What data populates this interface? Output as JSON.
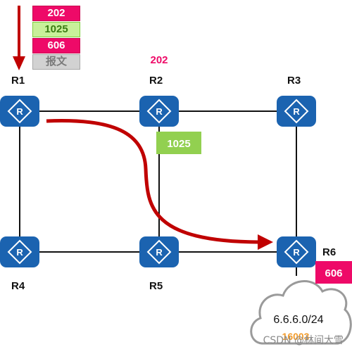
{
  "label_stack": [
    {
      "text": "202",
      "kind": "red"
    },
    {
      "text": "1025",
      "kind": "green"
    },
    {
      "text": "606",
      "kind": "red"
    },
    {
      "text": "报文",
      "kind": "gray"
    }
  ],
  "routers": {
    "r1": {
      "label": "R1"
    },
    "r2": {
      "label": "R2"
    },
    "r3": {
      "label": "R3"
    },
    "r4": {
      "label": "R4"
    },
    "r5": {
      "label": "R5"
    },
    "r6": {
      "label": "R6"
    }
  },
  "labels": {
    "r2_sid": "202",
    "r5_adj": "1025",
    "r6_sid": "606"
  },
  "cloud": {
    "prefix": "6.6.6.0/24",
    "sid": "16003"
  },
  "watermark": "CSDN @林间大雪",
  "colors": {
    "router_fill": "#1b63b0",
    "arrow": "#c00000",
    "sid_red": "#ee0a68",
    "adj_green": "#92d050",
    "cloud_sid": "#f39c2c"
  },
  "icons": {
    "router": "router-icon",
    "cloud": "cloud-icon",
    "arrow": "path-arrow"
  }
}
